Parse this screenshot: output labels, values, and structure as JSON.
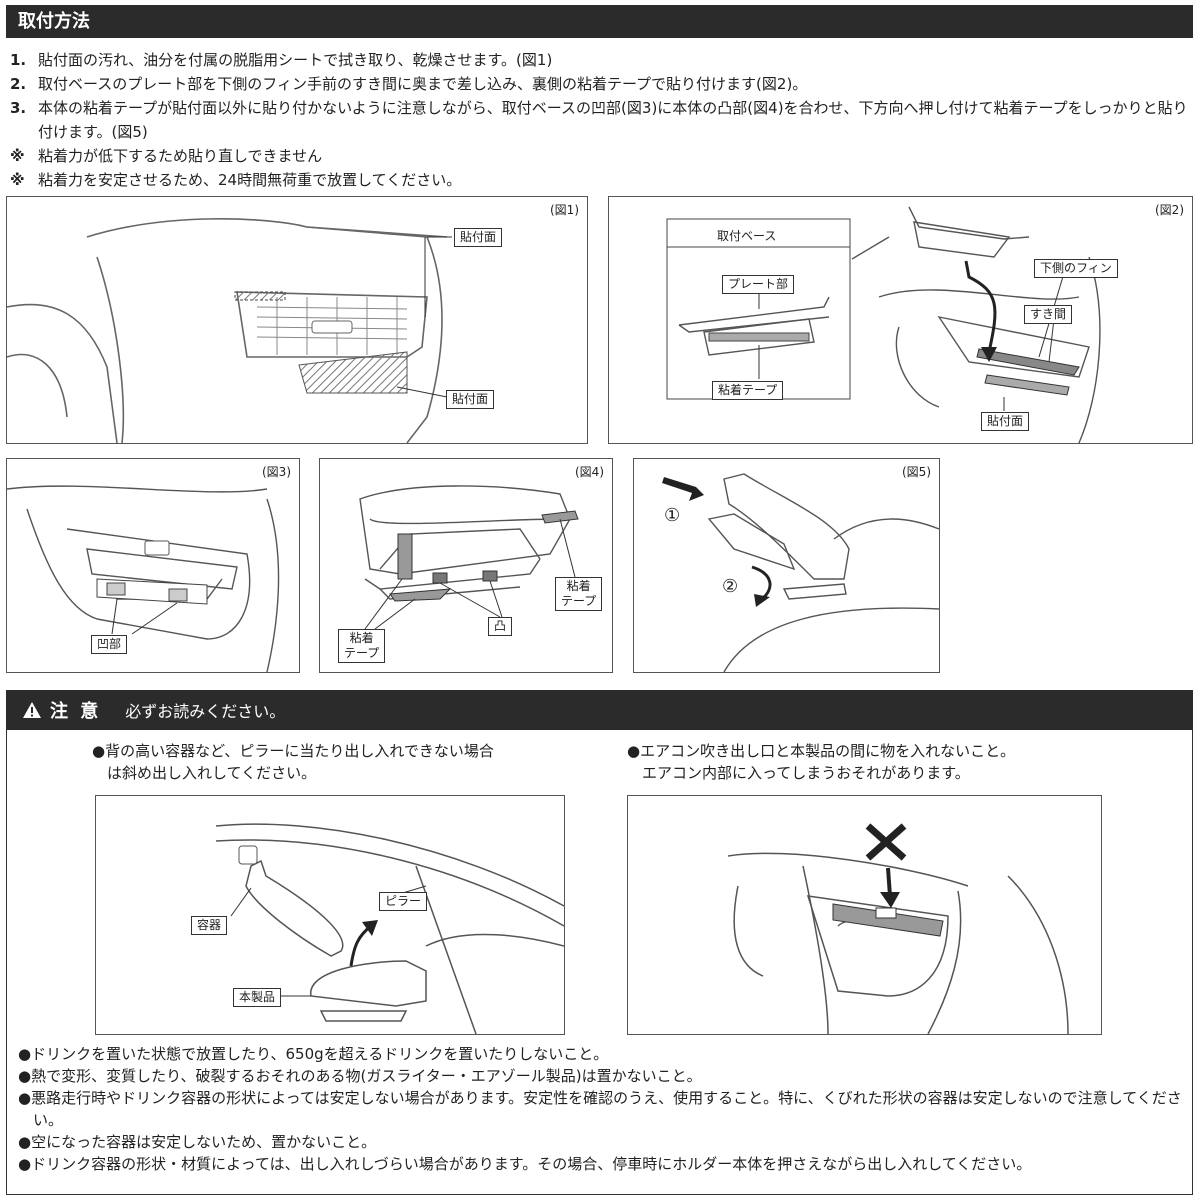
{
  "header": {
    "title": "取付方法"
  },
  "steps": [
    {
      "num": "1.",
      "text": "貼付面の汚れ、油分を付属の脱脂用シートで拭き取り、乾燥させます。(図1)"
    },
    {
      "num": "2.",
      "text": "取付ベースのプレート部を下側のフィン手前のすき間に奥まで差し込み、裏側の粘着テープで貼り付けます(図2)。"
    },
    {
      "num": "3.",
      "text": "本体の粘着テープが貼付面以外に貼り付かないように注意しながら、取付ベースの凹部(図3)に本体の凸部(図4)を合わせ、下方向へ押し付けて粘着テープをしっかりと貼り付けます。(図5)"
    },
    {
      "num": "※",
      "text": "粘着力が低下するため貼り直しできません"
    },
    {
      "num": "※",
      "text": "粘着力を安定させるため、24時間無荷重で放置してください。"
    }
  ],
  "figures": {
    "fig1": {
      "caption": "(図1)",
      "label_top": "貼付面",
      "label_bottom": "貼付面"
    },
    "fig2": {
      "caption": "(図2)",
      "box_title": "取付ベース",
      "plate": "プレート部",
      "tape": "粘着テープ",
      "lower_fin": "下側のフィン",
      "gap": "すき間",
      "surface": "貼付面"
    },
    "fig3": {
      "caption": "(図3)",
      "recess": "凹部"
    },
    "fig4": {
      "caption": "(図4)",
      "tape_right": "粘着\nテープ",
      "tape_left": "粘着\nテープ",
      "boss": "凸"
    },
    "fig5": {
      "caption": "(図5)",
      "step1": "①",
      "step2": "②"
    }
  },
  "caution": {
    "title": "注 意",
    "subtitle": "必ずお読みください。",
    "note_left": "●背の高い容器など、ピラーに当たり出し入れできない場合\n　は斜め出し入れしてください。",
    "note_right": "●エアコン吹き出し口と本製品の間に物を入れないこと。\n　エアコン内部に入ってしまうおそれがあります。",
    "labels": {
      "container": "容器",
      "pillar": "ピラー",
      "product": "本製品"
    },
    "bullets": [
      "●ドリンクを置いた状態で放置したり、650gを超えるドリンクを置いたりしないこと。",
      "●熱で変形、変質したり、破裂するおそれのある物(ガスライター・エアゾール製品)は置かないこと。",
      "●悪路走行時やドリンク容器の形状によっては安定しない場合があります。安定性を確認のうえ、使用すること。特に、くびれた形状の容器は安定しないので注意してください。",
      "●空になった容器は安定しないため、置かないこと。",
      "●ドリンク容器の形状・材質によっては、出し入れしづらい場合があります。その場合、停車時にホルダー本体を押さえながら出し入れしてください。"
    ]
  }
}
